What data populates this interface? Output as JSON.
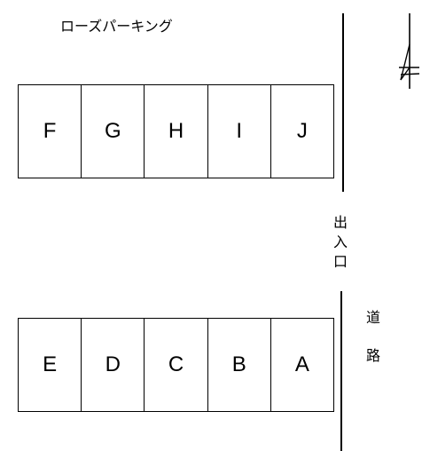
{
  "title": "ローズパーキング",
  "top_row": [
    "F",
    "G",
    "H",
    "I",
    "J"
  ],
  "bottom_row": [
    "E",
    "D",
    "C",
    "B",
    "A"
  ],
  "entrance_chars": [
    "出",
    "入",
    "口"
  ],
  "road_chars": [
    "道",
    "路"
  ],
  "north_mark": "north-arrow-icon"
}
